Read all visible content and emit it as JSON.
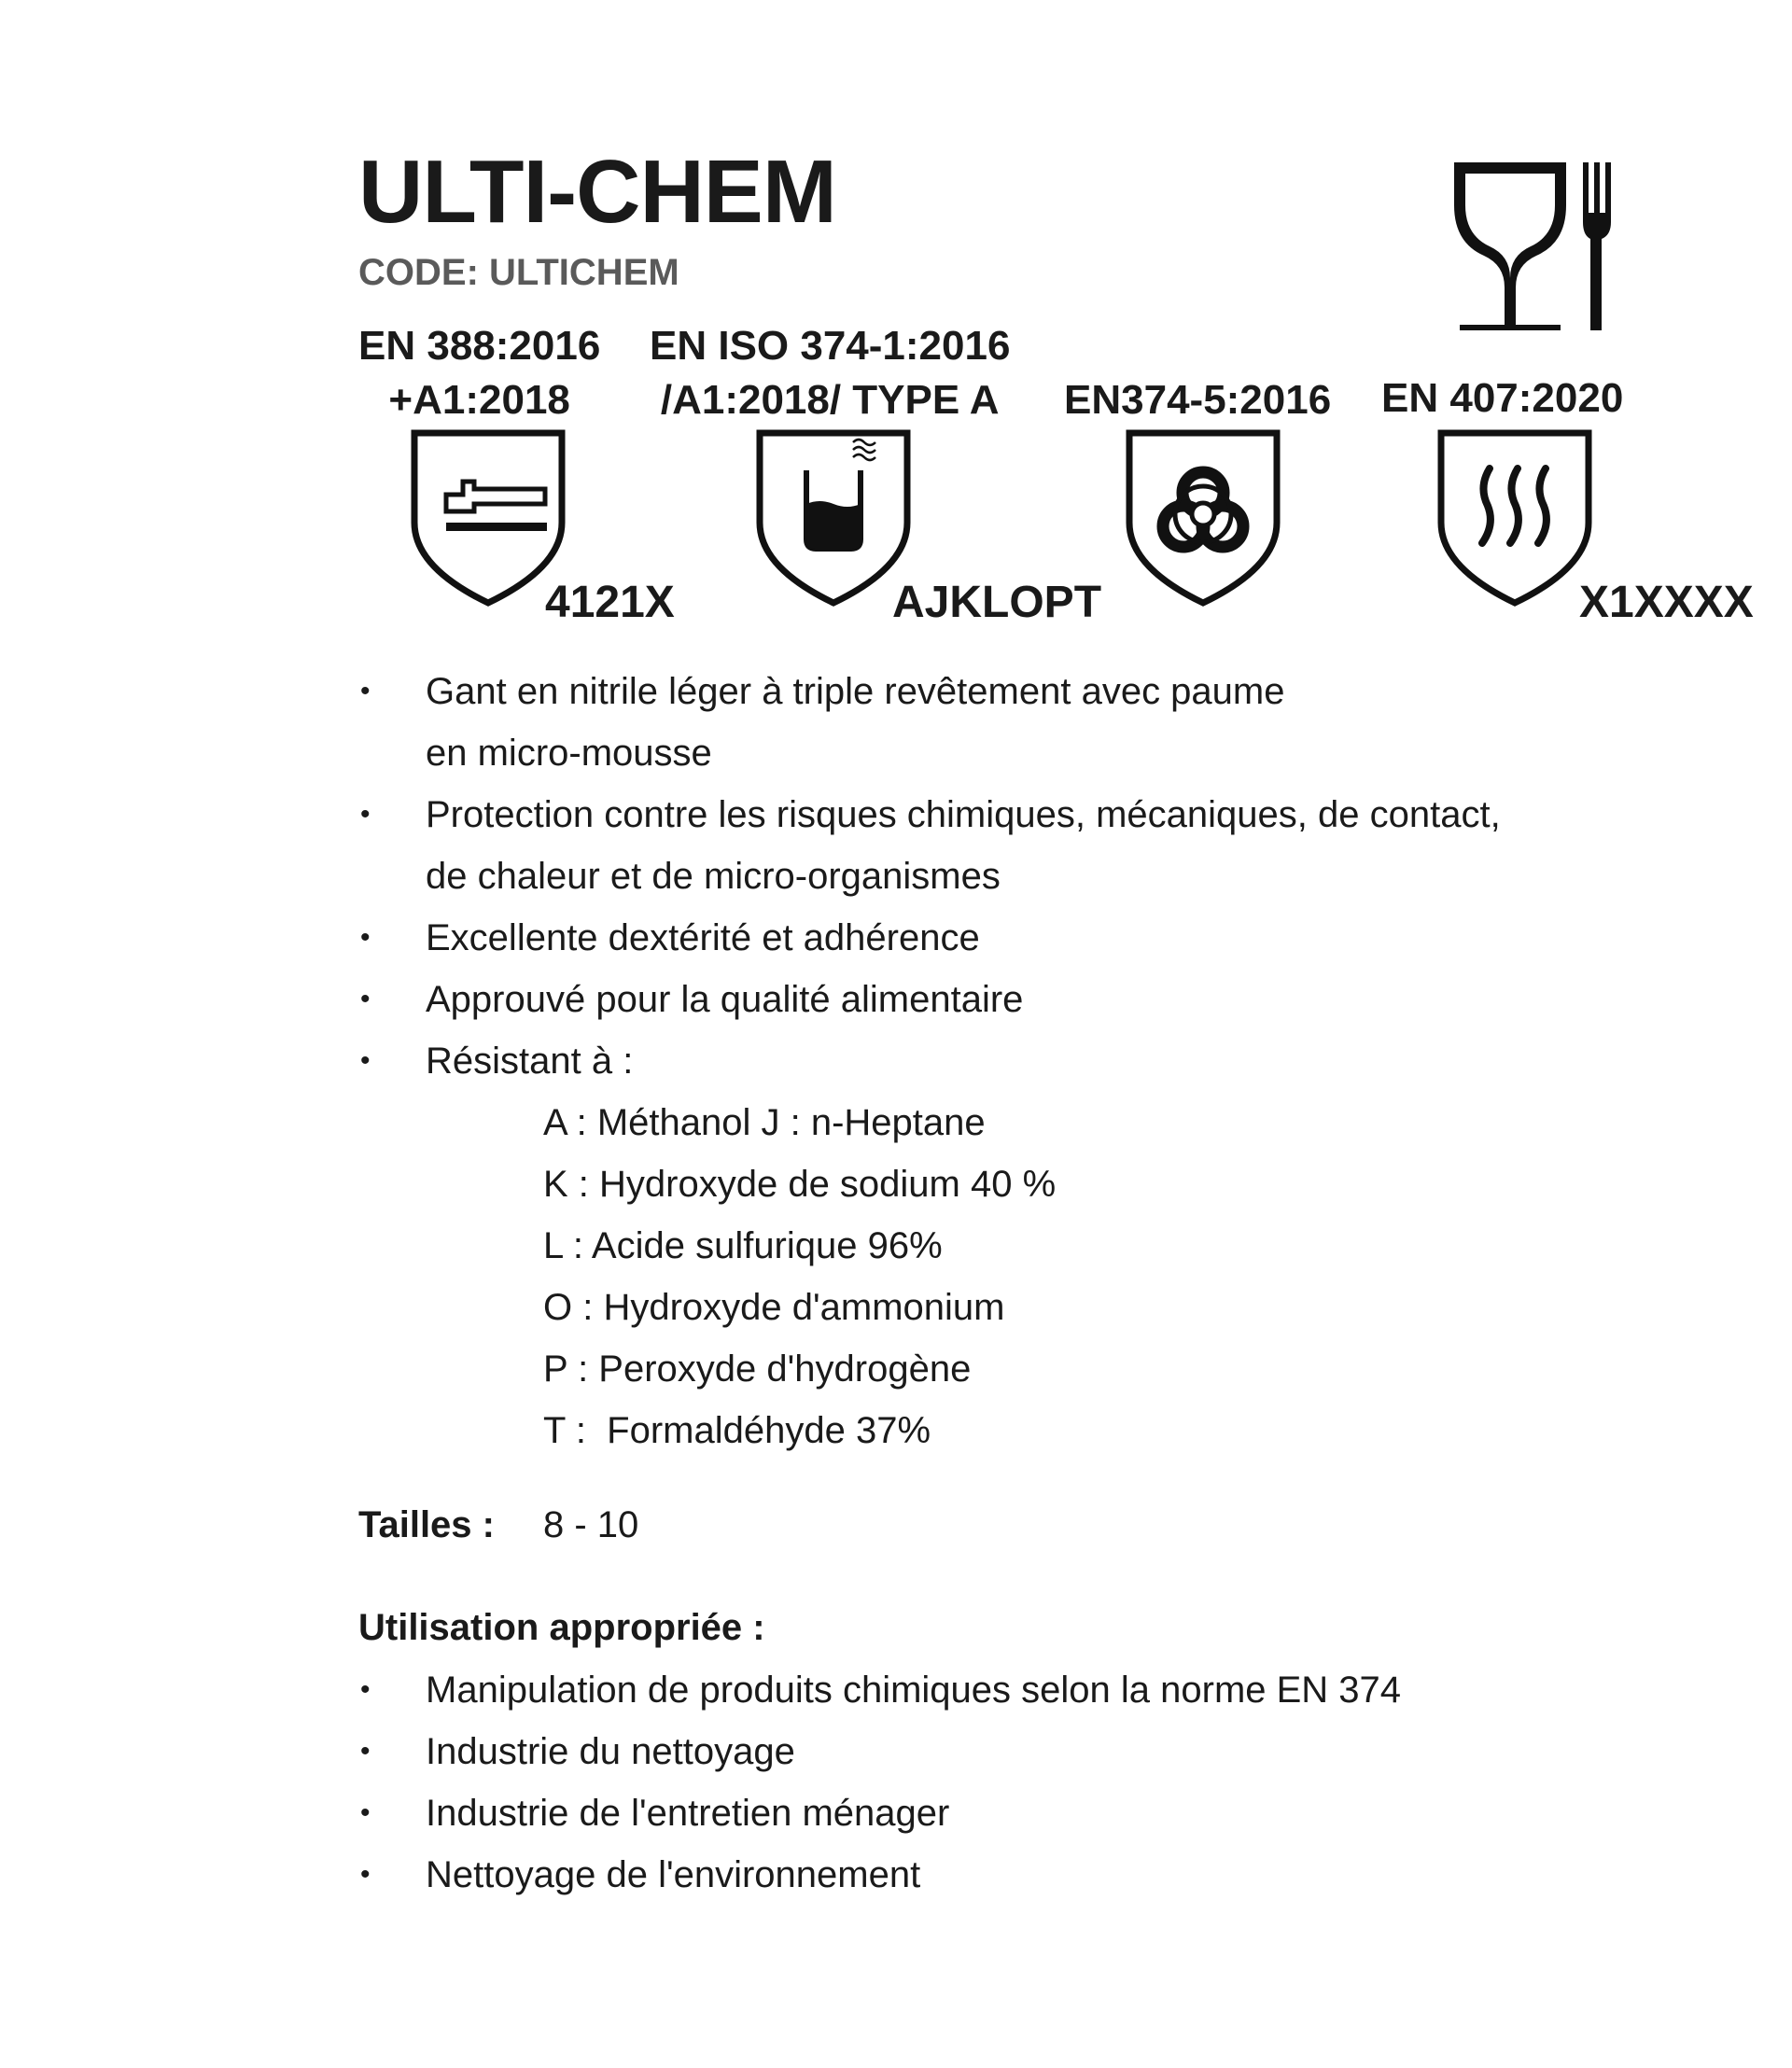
{
  "product": {
    "name": "ULTI-CHEM",
    "code_label": "CODE:",
    "code_value": "ULTICHEM"
  },
  "standards": [
    {
      "line1": "EN 388:2016",
      "line2": "+A1:2018",
      "icon": "mechanical-hazard-icon",
      "rating": "4121X"
    },
    {
      "line1": "EN ISO 374-1:2016",
      "line2": "/A1:2018/ TYPE A",
      "icon": "chemical-flask-icon",
      "rating": "AJKLOPT"
    },
    {
      "line1": "",
      "line2": "EN374-5:2016",
      "icon": "biohazard-icon",
      "rating": ""
    },
    {
      "line1": "EN 407:2020",
      "line2": "",
      "icon": "heat-flame-icon",
      "rating": "X1XXXX"
    }
  ],
  "food_icon": "food-safe-glass-fork-icon",
  "features": [
    "Gant en nitrile léger à triple revêtement avec paume",
    "en micro-mousse",
    "Protection contre les risques chimiques, mécaniques, de contact,",
    "de chaleur et de micro-organismes",
    "Excellente dextérité et adhérence",
    "Approuvé pour la qualité alimentaire",
    "Résistant à :"
  ],
  "resistances": [
    "A : Méthanol J : n-Heptane",
    "K : Hydroxyde de sodium 40 %",
    "L : Acide sulfurique 96%",
    "O : Hydroxyde d'ammonium",
    "P : Peroxyde d'hydrogène",
    "T :  Formaldéhyde 37%"
  ],
  "sizes": {
    "label": "Tailles :",
    "value": "8 - 10"
  },
  "usage": {
    "title": "Utilisation appropriée :",
    "items": [
      "Manipulation de produits chimiques selon la norme EN 374",
      "Industrie du nettoyage",
      "Industrie de l'entretien ménager",
      "Nettoyage de l'environnement"
    ]
  },
  "bullet_char": "•"
}
